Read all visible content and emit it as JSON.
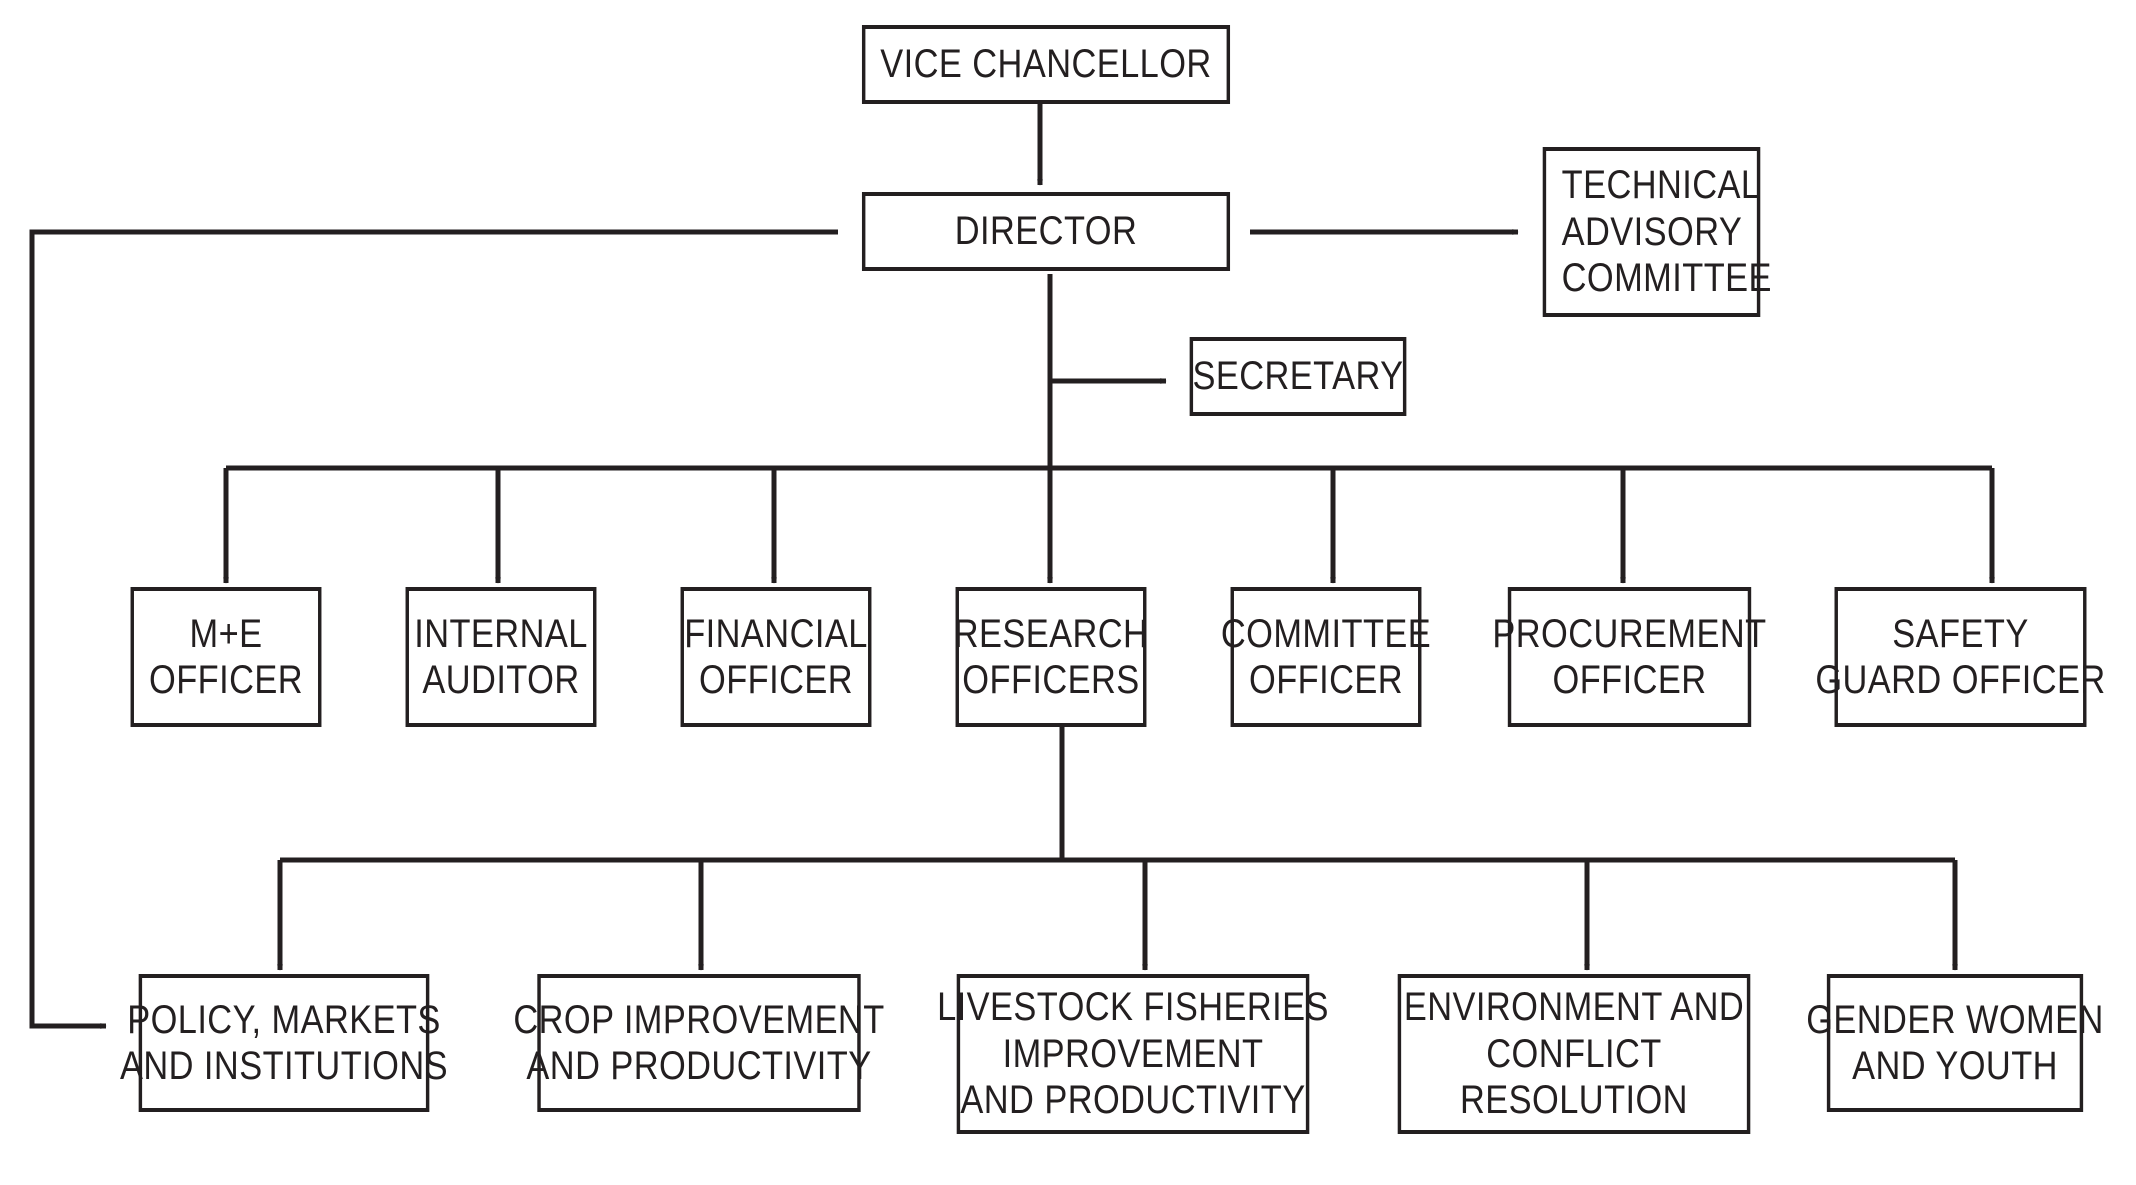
{
  "org_chart": {
    "vice_chancellor": [
      "VICE CHANCELLOR"
    ],
    "director": [
      "DIRECTOR"
    ],
    "technical_advisory_committee": [
      "TECHNICAL",
      "ADVISORY",
      "COMMITTEE"
    ],
    "secretary": [
      "SECRETARY"
    ],
    "officers": [
      [
        "M+E",
        "OFFICER"
      ],
      [
        "INTERNAL",
        "AUDITOR"
      ],
      [
        "FINANCIAL",
        "OFFICER"
      ],
      [
        "RESEARCH",
        "OFFICERS"
      ],
      [
        "COMMITTEE",
        "OFFICER"
      ],
      [
        "PROCUREMENT",
        "OFFICER"
      ],
      [
        "SAFETY",
        "GUARD OFFICER"
      ]
    ],
    "research_units": [
      [
        "POLICY, MARKETS",
        "AND INSTITUTIONS"
      ],
      [
        "CROP IMPROVEMENT",
        "AND PRODUCTIVITY"
      ],
      [
        "LIVESTOCK FISHERIES",
        "IMPROVEMENT",
        "AND PRODUCTIVITY"
      ],
      [
        "ENVIRONMENT AND",
        "CONFLICT",
        "RESOLUTION"
      ],
      [
        "GENDER WOMEN",
        "AND YOUTH"
      ]
    ]
  }
}
